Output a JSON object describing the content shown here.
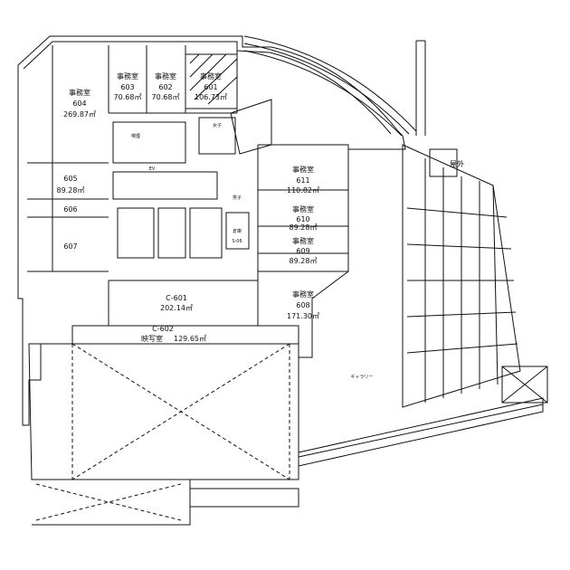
{
  "rooms": {
    "r604": {
      "name": "事務室",
      "no": "604",
      "area": "269.87㎡"
    },
    "r603": {
      "name": "事務室",
      "no": "603",
      "area": "70.68㎡"
    },
    "r602": {
      "name": "事務室",
      "no": "602",
      "area": "70.68㎡"
    },
    "r601": {
      "name": "事務室",
      "no": "601",
      "area": "106.73㎡"
    },
    "r605": {
      "no": "605",
      "area": "89.28㎡"
    },
    "r606": {
      "no": "606"
    },
    "r607": {
      "no": "607"
    },
    "r611": {
      "name": "事務室",
      "no": "611",
      "area": "110.82㎡"
    },
    "r610": {
      "name": "事務室",
      "no": "610",
      "area": "89.28㎡"
    },
    "r609": {
      "name": "事務室",
      "no": "609",
      "area": "89.28㎡"
    },
    "r608": {
      "name": "事務室",
      "no": "608",
      "area": "171.30㎡"
    },
    "c601": {
      "no": "C-601",
      "area": "202.14㎡"
    },
    "c602": {
      "no": "C-602",
      "name": "映写室",
      "area": "129.65㎡"
    }
  },
  "misc": {
    "rooftop": "屋外",
    "gallery": "ギャラリー",
    "storage": "倉庫",
    "storage_no": "S-06",
    "smoking": "喫煙",
    "mens": "男子",
    "womens": "女子",
    "ev": "EV"
  }
}
